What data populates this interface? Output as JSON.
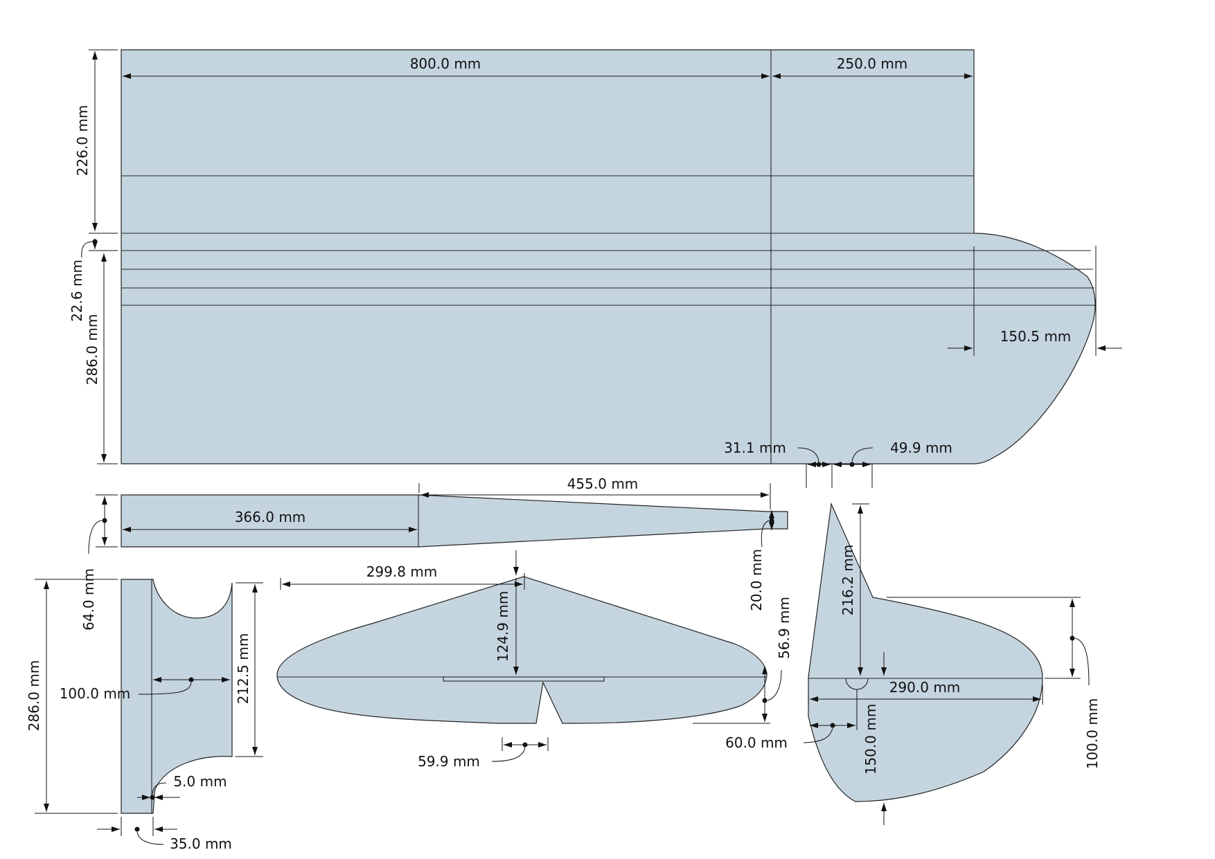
{
  "colors": {
    "part_fill": "#c5d5df",
    "line": "#222222",
    "dimension": "#111111",
    "background": "#ffffff"
  },
  "dimensions": {
    "wing_left_width": "800.0 mm",
    "wing_right_width": "250.0 mm",
    "wing_front_height": "226.0 mm",
    "wing_spar_spacing": "22.6 mm",
    "wing_rear_height": "286.0 mm",
    "wing_tip_extension": "150.5 mm",
    "gap_left": "31.1 mm",
    "gap_right": "49.9 mm",
    "fuselage_taper_length": "455.0 mm",
    "fuselage_straight_length": "366.0 mm",
    "fuselage_height": "64.0 mm",
    "fuselage_tail_height": "20.0 mm",
    "fuselage_side_height": "286.0 mm",
    "fuselage_side_cutout_width": "100.0 mm",
    "fuselage_side_cutout_height": "212.5 mm",
    "fuselage_side_strip": "5.0 mm",
    "fuselage_side_width": "35.0 mm",
    "stab_half_span": "299.8 mm",
    "stab_root_chord": "124.9 mm",
    "stab_tip_depth": "56.9 mm",
    "stab_cutout_width": "59.9 mm",
    "stab_elevator_depth": "60.0 mm",
    "fin_height_upper": "216.2 mm",
    "fin_length": "290.0 mm",
    "fin_rudder_offset": "150.0 mm",
    "fin_rudder_height": "100.0 mm"
  }
}
